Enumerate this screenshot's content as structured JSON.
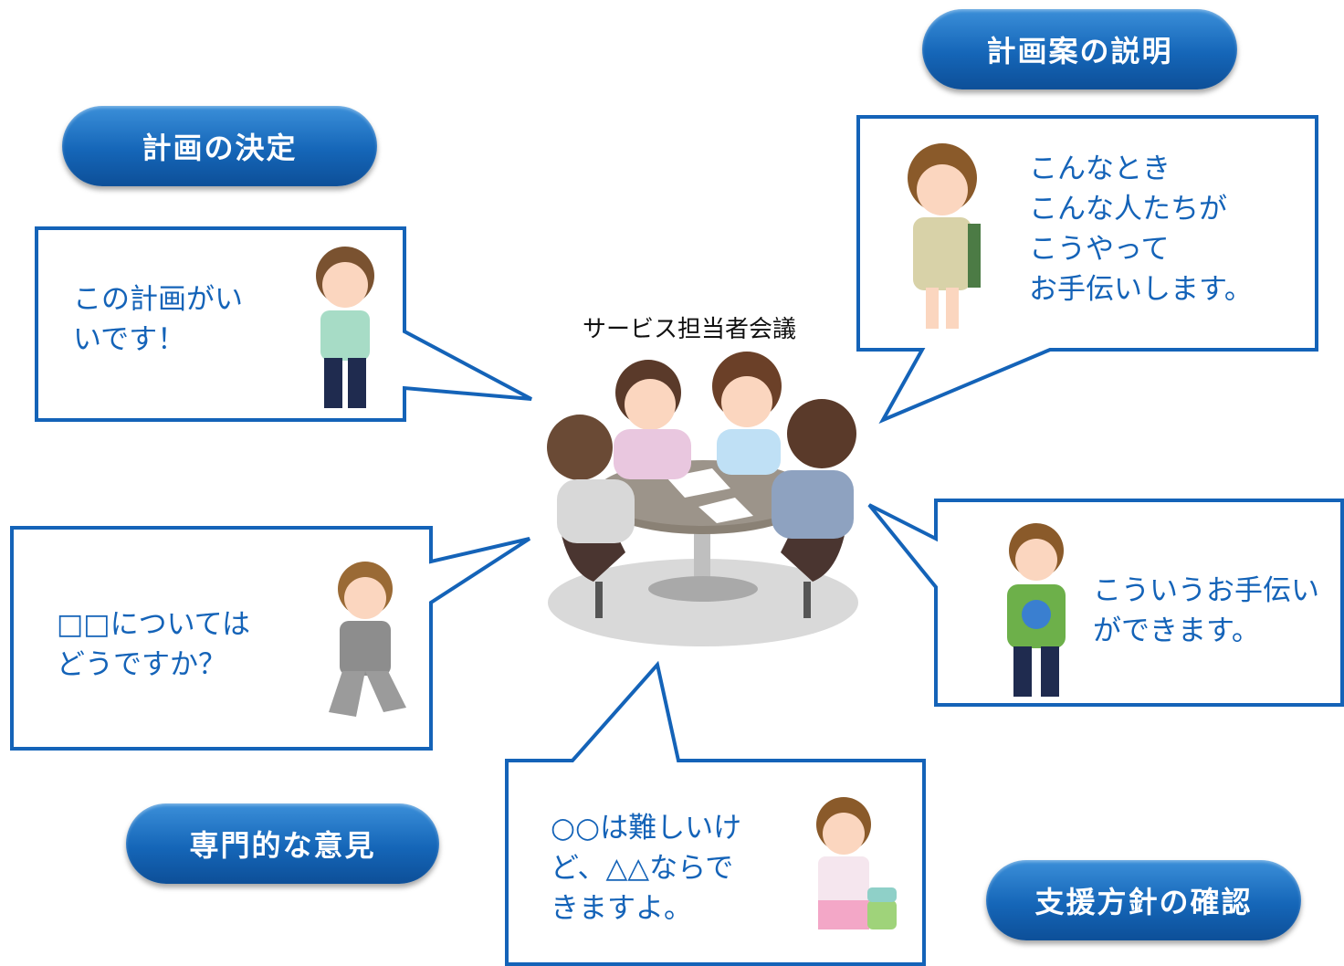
{
  "diagram": {
    "center_title": "サービス担当者会議",
    "labels": {
      "plan_decision": "計画の決定",
      "plan_explanation": "計画案の説明",
      "expert_opinion": "専門的な意見",
      "policy_confirmation": "支援方針の確認"
    },
    "bubbles": {
      "top_left": "この計画がい\nいです！",
      "top_right": "こんなとき\nこんな人たちが\nこうやって\nお手伝いします。",
      "mid_left": "□□については\nどうですか？",
      "mid_right": "こういうお手伝い\nができます。",
      "bottom": "○○は難しいけ\nど、△△ならで\nきますよ。"
    }
  },
  "colors": {
    "accent_blue": "#1566b8",
    "bubble_border": "#1463b8",
    "bubble_text": "#1463b8"
  }
}
